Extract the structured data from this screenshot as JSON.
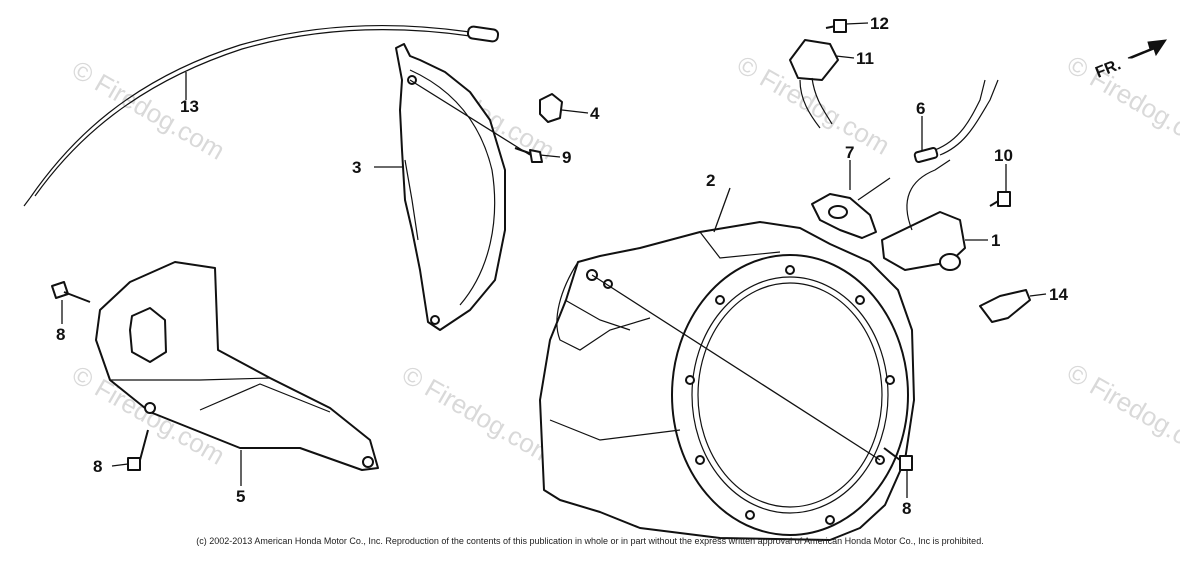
{
  "watermark": "© Firedog.com",
  "direction_label": "FR.",
  "callouts": [
    "1",
    "2",
    "3",
    "4",
    "5",
    "6",
    "7",
    "8",
    "9",
    "10",
    "11",
    "12",
    "13",
    "14"
  ],
  "fastener_callouts": [
    "8",
    "8",
    "8"
  ],
  "copyright": "(c) 2002-2013 American Honda Motor Co., Inc. Reproduction of the contents of this publication in whole or in part without the express written approval of American Honda Motor Co., Inc is prohibited."
}
